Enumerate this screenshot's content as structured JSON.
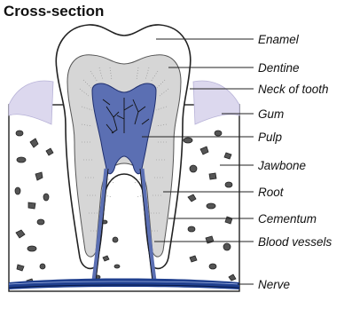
{
  "title": "Cross-section",
  "labels": {
    "enamel": "Enamel",
    "dentine": "Dentine",
    "neck": "Neck of tooth",
    "gum": "Gum",
    "pulp": "Pulp",
    "jawbone": "Jawbone",
    "root": "Root",
    "cementum": "Cementum",
    "blood_vessels": "Blood vessels",
    "nerve": "Nerve"
  },
  "colors": {
    "enamel": "#ffffff",
    "dentine": "#d9d9d9",
    "pulp": "#5b6fb3",
    "gum": "#d9d6ec",
    "bone": "#ffffff",
    "nerve": "#1f3f8f"
  }
}
